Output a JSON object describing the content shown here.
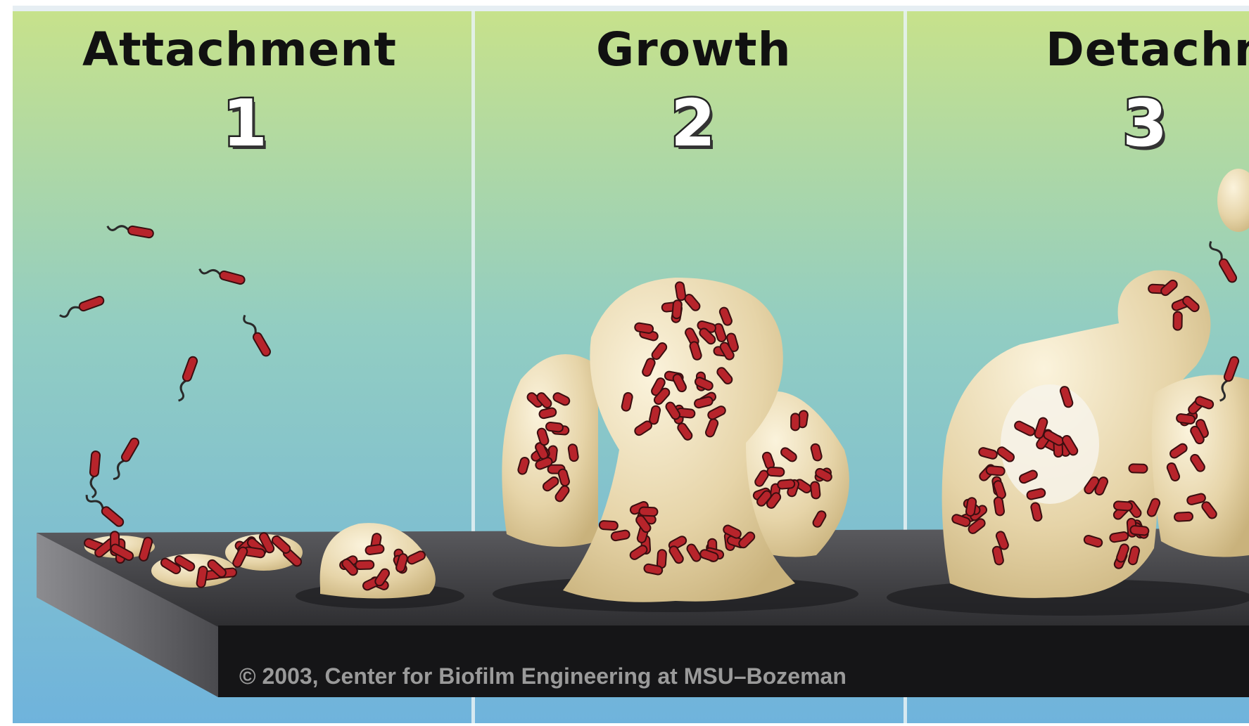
{
  "stages": [
    {
      "title": "Attachment",
      "number": "1"
    },
    {
      "title": "Growth",
      "number": "2"
    },
    {
      "title": "Detachm",
      "number": "3"
    }
  ],
  "copyright": "© 2003, Center for Biofilm Engineering at MSU–Bozeman",
  "colors": {
    "sky_top": "#c8e28a",
    "sky_bottom": "#6fb7dc",
    "slab_top": "#3f3f42",
    "slab_front": "#151517",
    "biofilm": "#e9d9b2",
    "bacteria": "#b7242b"
  }
}
